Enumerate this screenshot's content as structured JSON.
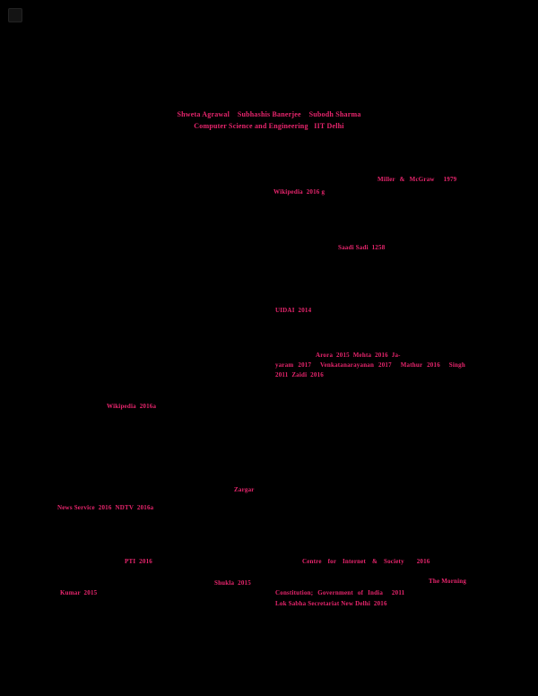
{
  "page": {
    "background": "#000000",
    "link_color": "#e8256d",
    "description": "Dark-rendered academic paper page; only hyperlink-colored text is visible"
  },
  "header": {
    "authors": "Shweta Agrawal    Subhashis Banerjee    Subodh Sharma",
    "affiliation": "Computer Science and Engineering   IIT Delhi"
  },
  "links": {
    "miller": "Miller & McGraw  1979",
    "wikipedia_g": "Wikipedia  2016 g",
    "saadi": "Saadi Sadi  1258",
    "uidai": "UIDAI  2014",
    "block_line1": "Arora  2015  Mehta  2016  Ja-",
    "block_line2": "yaram 2017  Venkatanarayanan 2017  Mathur 2016  Singh",
    "block_line3": "2011  Zaidi  2016",
    "wikipedia_a": "Wikipedia  2016a",
    "zargar": "Zargar",
    "news": "News Service  2016  NDTV  2016a",
    "pti": "PTI  2016",
    "cis": "Centre for Internet & Society  2016",
    "shukla": "Shukla  2015",
    "the_morning": "The Morning",
    "goi": "Constitution; Government of India  2011",
    "lok_sabha": "Lok Sabha Secretariat New Delhi  2016",
    "kumar": "Kumar  2015"
  }
}
